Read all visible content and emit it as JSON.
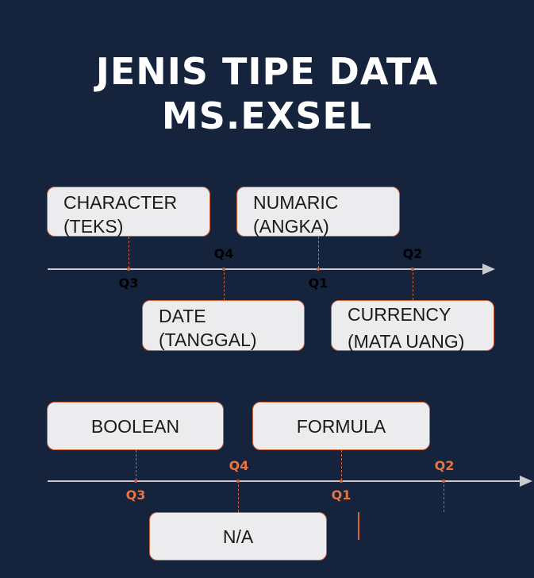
{
  "title": {
    "line1": "JENIS TIPE DATA",
    "line2": "MS.EXSEL"
  },
  "timeline_top": {
    "markers": [
      "Q3",
      "Q4",
      "Q1",
      "Q2"
    ],
    "cards": [
      {
        "line1": "CHARACTER",
        "line2": "(TEKS)"
      },
      {
        "line1": "NUMARIC",
        "line2": "(ANGKA)"
      },
      {
        "line1": "DATE",
        "line2": "(TANGGAL)"
      },
      {
        "line1": "CURRENCY",
        "line2": "(MATA UANG)"
      }
    ]
  },
  "timeline_bottom": {
    "markers": [
      "Q3",
      "Q4",
      "Q1",
      "Q2"
    ],
    "cards": [
      "BOOLEAN",
      "FORMULA",
      "N/A"
    ]
  },
  "colors": {
    "background": "#15233d",
    "accent": "#d2663a",
    "card": "#ececee",
    "marker_orange": "#e8733c"
  }
}
